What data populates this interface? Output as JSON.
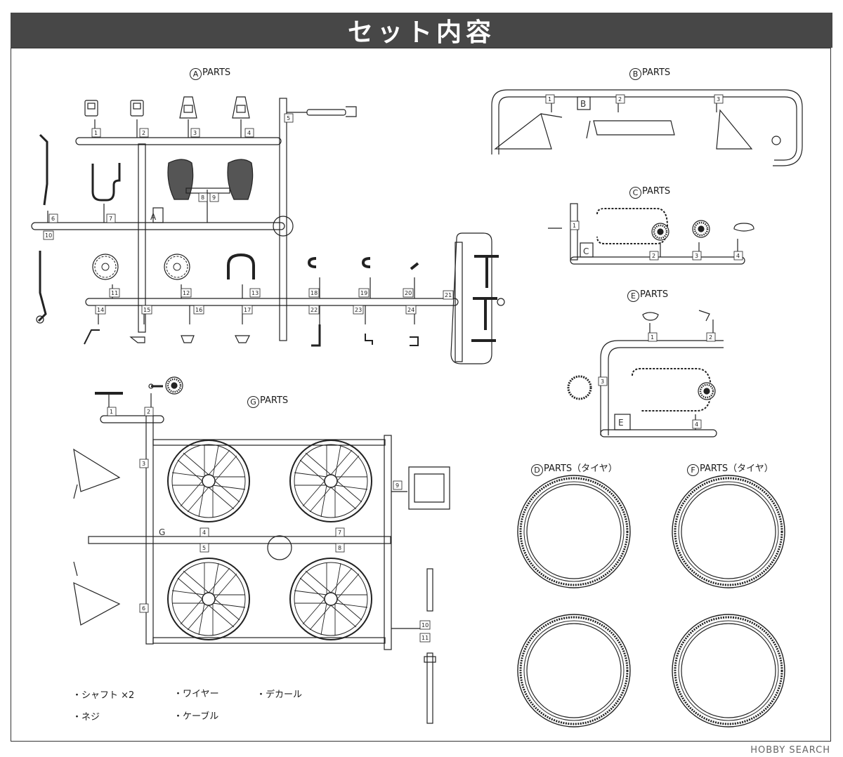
{
  "title": "セット内容",
  "sections": {
    "A": {
      "letter": "A",
      "text": "PARTS"
    },
    "B": {
      "letter": "B",
      "text": "PARTS"
    },
    "C": {
      "letter": "C",
      "text": "PARTS"
    },
    "E": {
      "letter": "E",
      "text": "PARTS"
    },
    "G": {
      "letter": "G",
      "text": "PARTS"
    },
    "D": {
      "letter": "D",
      "text": "PARTS（タイヤ）"
    },
    "F": {
      "letter": "F",
      "text": "PARTS（タイヤ）"
    }
  },
  "frame_letters": {
    "A": "A",
    "B": "B",
    "C": "C",
    "E": "E",
    "G": "G"
  },
  "part_numbers": {
    "A": [
      "1",
      "2",
      "3",
      "4",
      "5",
      "6",
      "7",
      "8",
      "9",
      "10",
      "11",
      "12",
      "13",
      "14",
      "15",
      "16",
      "17",
      "18",
      "19",
      "20",
      "21",
      "22",
      "23",
      "24"
    ],
    "B": [
      "1",
      "2",
      "3"
    ],
    "C": [
      "1",
      "2",
      "3",
      "4"
    ],
    "E": [
      "1",
      "2",
      "3",
      "4"
    ],
    "G": [
      "1",
      "2",
      "3",
      "4",
      "5",
      "6",
      "7",
      "8",
      "9",
      "10",
      "11"
    ]
  },
  "notes": [
    "・シャフト ×2",
    "・ワイヤー",
    "・デカール",
    "・ネジ",
    "・ケーブル"
  ],
  "watermark": "HOBBY SEARCH"
}
